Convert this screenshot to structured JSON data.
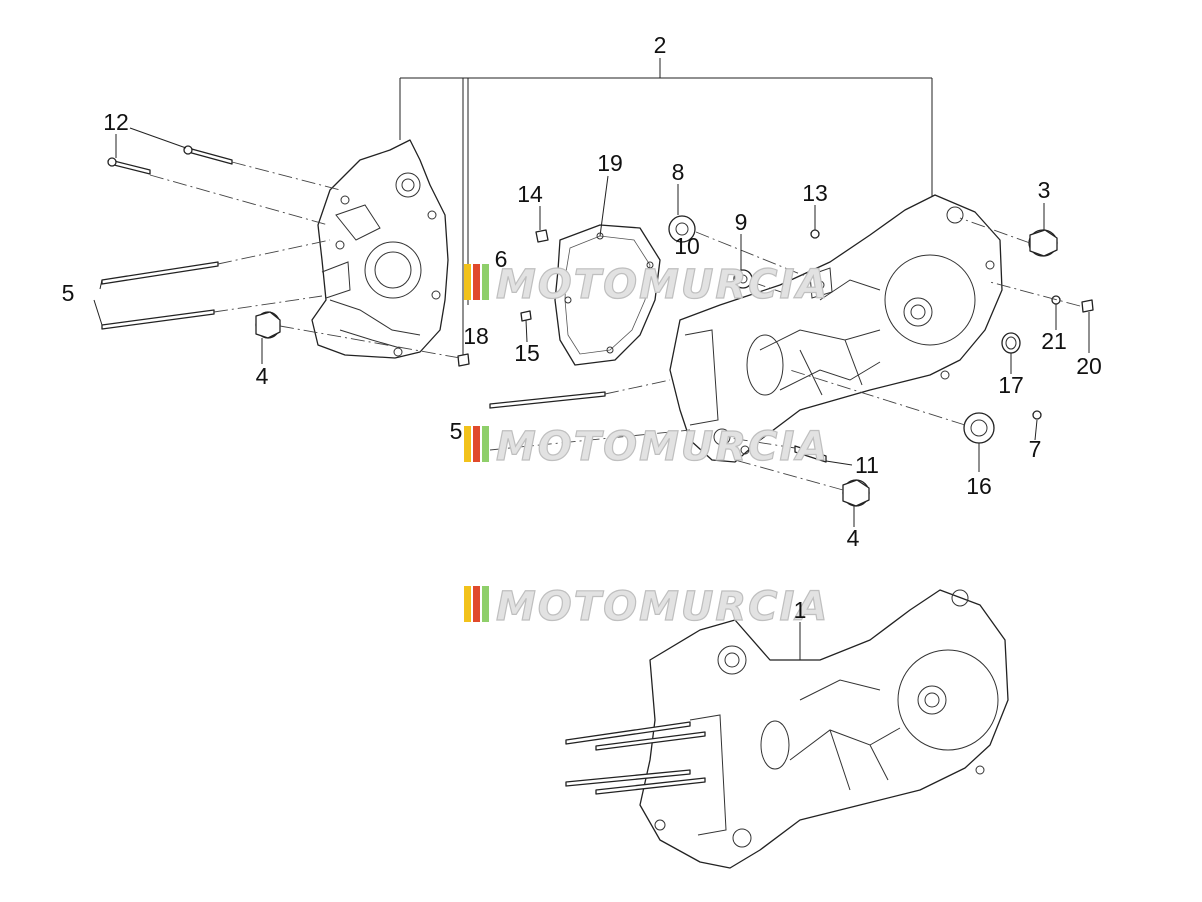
{
  "diagram": {
    "callouts": [
      "2",
      "12",
      "14",
      "19",
      "8",
      "13",
      "3",
      "9",
      "10",
      "6",
      "5",
      "4",
      "18",
      "15",
      "21",
      "20",
      "17",
      "5",
      "16",
      "11",
      "7",
      "4",
      "1"
    ]
  },
  "watermark": {
    "text": "MOTOMURCIA",
    "stripe_colors": [
      "#f2c21b",
      "#e04a2c",
      "#8fcf6a"
    ]
  }
}
